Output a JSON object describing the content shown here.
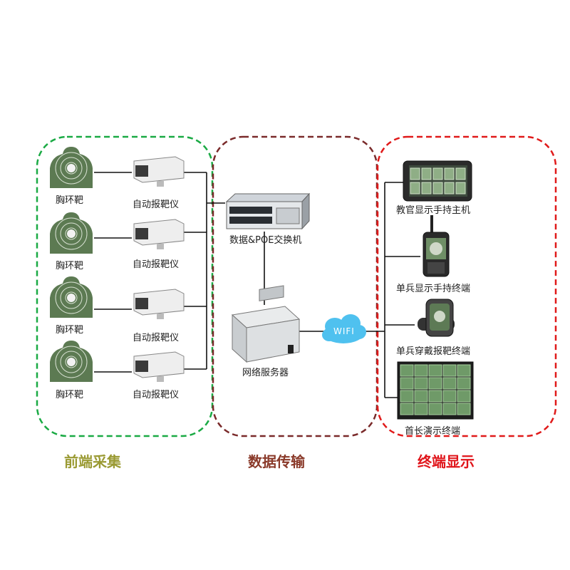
{
  "sections": {
    "front": {
      "title": "前端采集",
      "color": "#9a9a33",
      "border": "#1aaa44"
    },
    "transfer": {
      "title": "数据传输",
      "color": "#8a3a2a",
      "border": "#7a2a2a"
    },
    "terminal": {
      "title": "终端显示",
      "color": "#e0141a",
      "border": "#e01a1a"
    }
  },
  "front_rows": [
    {
      "target_label": "胸环靶",
      "reporter_label": "自动报靶仪"
    },
    {
      "target_label": "胸环靶",
      "reporter_label": "自动报靶仪"
    },
    {
      "target_label": "胸环靶",
      "reporter_label": "自动报靶仪"
    },
    {
      "target_label": "胸环靶",
      "reporter_label": "自动报靶仪"
    }
  ],
  "transfer": {
    "switch_label": "数据&POE交换机",
    "server_label": "网络服务器",
    "wifi_label": "WIFI"
  },
  "terminals": [
    {
      "label": "教官显示手持主机",
      "icon": "tablet-icon"
    },
    {
      "label": "单兵显示手持终端",
      "icon": "handheld-icon"
    },
    {
      "label": "单兵穿戴报靶终端",
      "icon": "smartwatch-icon"
    },
    {
      "label": "首长演示终端",
      "icon": "display-wall-icon"
    }
  ],
  "colors": {
    "target_green": "#5c7a52",
    "line": "#111111"
  }
}
